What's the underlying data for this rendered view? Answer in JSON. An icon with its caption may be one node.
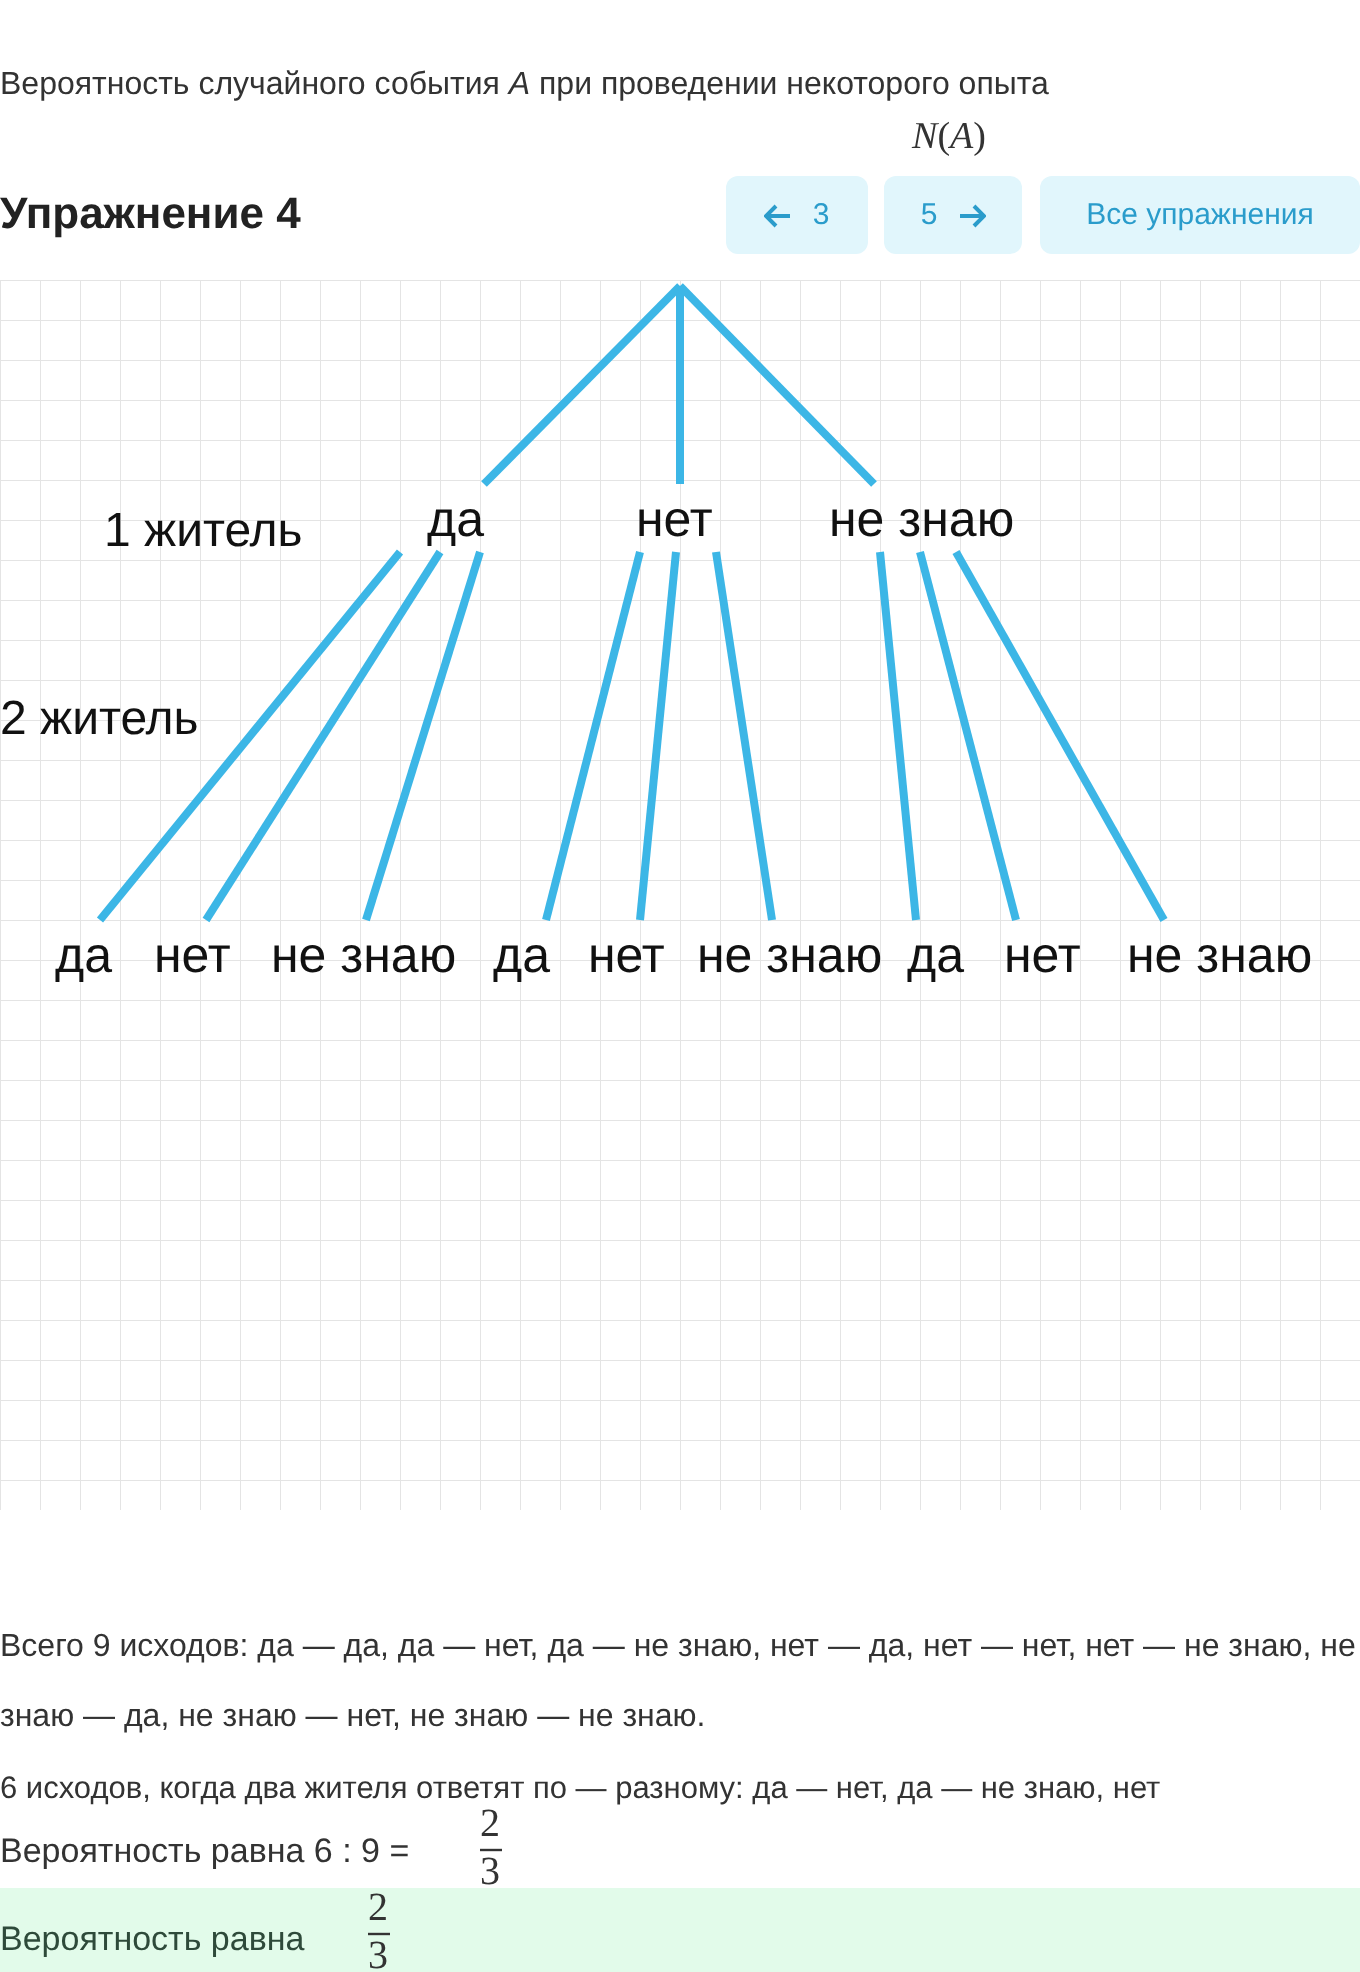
{
  "diagram": {
    "title": "Упражнение 4",
    "nodes": [
      {
        "text": [
          "да"
        ]
      },
      {
        "text": [
          "нет"
        ]
      },
      {
        "text": [
          "не знаю"
        ]
      },
      {
        "text": [
          "да"
        ]
      },
      {
        "text": [
          "нет"
        ]
      },
      {
        "text": [
          "не знаю"
        ]
      },
      {
        "text": [
          "да"
        ]
      },
      {
        "text": [
          "нет"
        ]
      },
      {
        "text": [
          "не знаю"
        ]
      },
      {
        "text": [
          "да"
        ]
      },
      {
        "text": [
          "нет"
        ]
      },
      {
        "text": [
          "не знаю"
        ]
      }
    ],
    "edges": [
      {
        "from": null,
        "to": 0,
        "arrow": "none"
      },
      {
        "from": null,
        "to": 1,
        "arrow": "none"
      },
      {
        "from": null,
        "to": 2,
        "arrow": "none"
      },
      {
        "from": 0,
        "to": 3,
        "arrow": "none"
      },
      {
        "from": 0,
        "to": 4,
        "arrow": "none"
      },
      {
        "from": 0,
        "to": 5,
        "arrow": "none"
      },
      {
        "from": 1,
        "to": 6,
        "arrow": "none"
      },
      {
        "from": 1,
        "to": 7,
        "arrow": "none"
      },
      {
        "from": 1,
        "to": 8,
        "arrow": "none"
      },
      {
        "from": 2,
        "to": 9,
        "arrow": "none"
      },
      {
        "from": 2,
        "to": 10,
        "arrow": "none"
      },
      {
        "from": 2,
        "to": 11,
        "arrow": "none"
      }
    ],
    "labels": [
      "Вероятность случайного события *A* при проведении некоторого опыта",
      "*N*(*A*)",
      "3",
      "5",
      "Все упражнения",
      "1 житель",
      "2 житель",
      "Всего 9 исходов: да — да, да — нет, да — не знаю, нет — да, нет — нет, нет — не знаю, не знаю — да, не знаю — нет, не знаю — не знаю.",
      "6 исходов, когда два жителя ответят по — разному: да — нет, да — не знаю, нет",
      "Вероятность равна 6 : 9 =",
      "2",
      "3",
      "Вероятность равна",
      "2",
      "3"
    ]
  }
}
